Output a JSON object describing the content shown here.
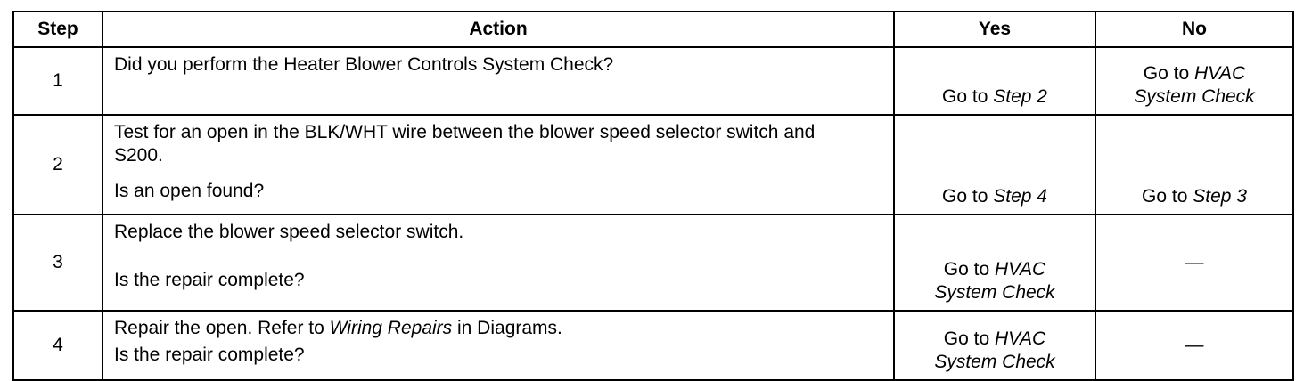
{
  "headers": {
    "step": "Step",
    "action": "Action",
    "yes": "Yes",
    "no": "No"
  },
  "rows": [
    {
      "step": "1",
      "action": {
        "text": "Did you perform the Heater Blower Controls System Check?"
      },
      "yes": {
        "prefix": "Go to ",
        "target": "Step 2"
      },
      "no": {
        "prefix": "Go to ",
        "target_line1": "HVAC",
        "target_line2": "System Check"
      }
    },
    {
      "step": "2",
      "action": {
        "text": "Test for an open in the BLK/WHT wire between the blower speed selector switch and S200.",
        "question": "Is an open found?"
      },
      "yes": {
        "prefix": "Go to ",
        "target": "Step 4"
      },
      "no": {
        "prefix": "Go to ",
        "target": "Step 3"
      }
    },
    {
      "step": "3",
      "action": {
        "text": "Replace the blower speed selector switch.",
        "question": "Is the repair complete?"
      },
      "yes": {
        "prefix": "Go to ",
        "target_line1": "HVAC",
        "target_line2": "System Check"
      },
      "no": {
        "text": "—"
      }
    },
    {
      "step": "4",
      "action": {
        "text_before": "Repair the open. Refer to ",
        "ref": "Wiring Repairs",
        "text_after": " in Diagrams.",
        "question": "Is the repair complete?"
      },
      "yes": {
        "prefix": "Go to ",
        "target_line1": "HVAC",
        "target_line2": "System Check"
      },
      "no": {
        "text": "—"
      }
    }
  ]
}
